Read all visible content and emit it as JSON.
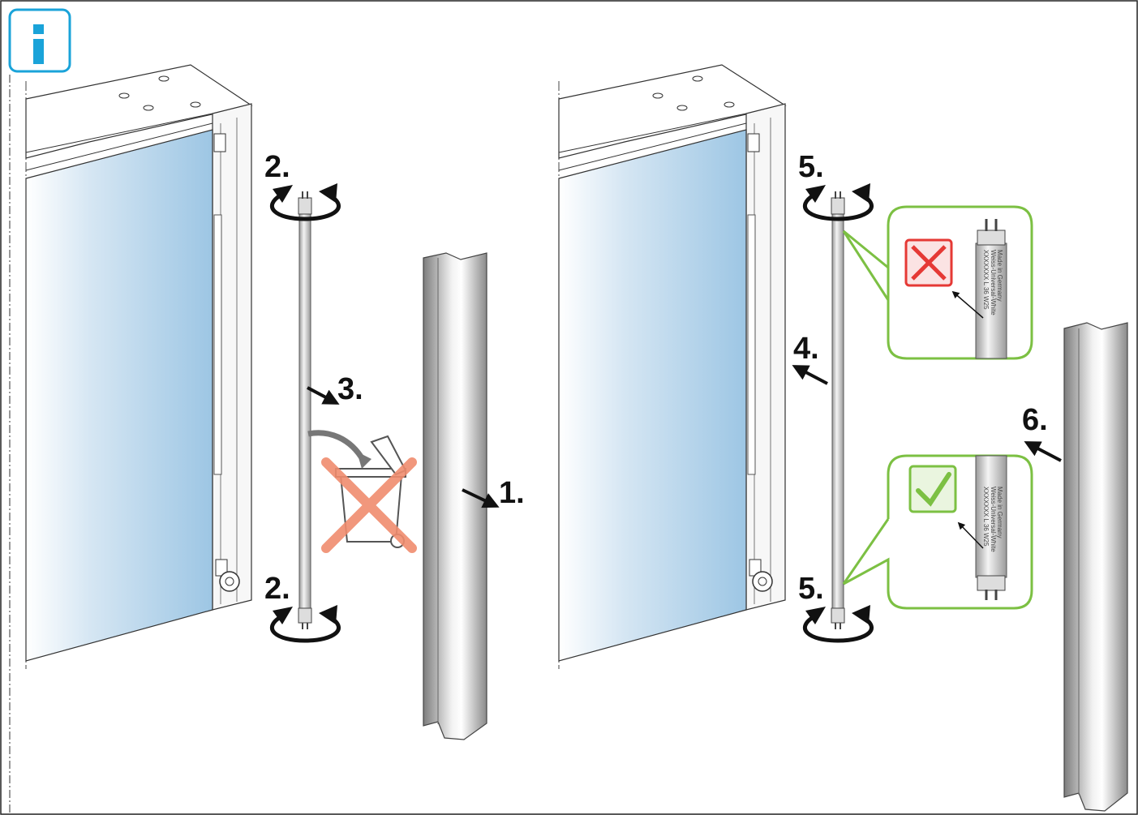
{
  "info_badge": {
    "glyph": "i",
    "color": "#1aa3d9"
  },
  "colors": {
    "ok": "#7cc043",
    "bad": "#e53935",
    "glass": "#9dc6e4",
    "no_symbol": "#f08c6e"
  },
  "left_panel": {
    "steps": {
      "remove_cover": "1.",
      "rotate_top": "2.",
      "rotate_bottom": "2.",
      "remove_tube": "3."
    },
    "icons": [
      "rotate-arrow-icon",
      "trash-bin-icon",
      "no-symbol-icon"
    ]
  },
  "right_panel": {
    "steps": {
      "insert_tube": "4.",
      "rotate_top": "5.",
      "rotate_bottom": "5.",
      "attach_cover": "6."
    },
    "wrong_detail": {
      "tube_label_line1": "XXXXXXX L 36 W25",
      "tube_label_line2": "Weiss-Universal-White",
      "tube_label_line3": "Made in Germany",
      "icon": "cross-icon"
    },
    "right_detail": {
      "tube_label_line1": "XXXXXXX L 36 W25",
      "tube_label_line2": "Weiss-Universal-White",
      "tube_label_line3": "Made in Germany",
      "icon": "checkmark-icon"
    }
  }
}
